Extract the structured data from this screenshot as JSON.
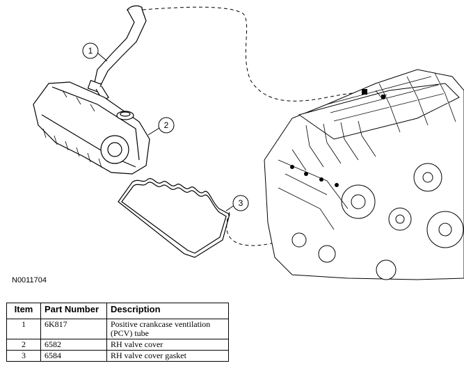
{
  "figure": {
    "id": "N0011704",
    "callouts": [
      "1",
      "2",
      "3"
    ]
  },
  "table": {
    "headers": [
      "Item",
      "Part Number",
      "Description"
    ],
    "rows": [
      {
        "item": "1",
        "part_number": "6K817",
        "description": "Positive crankcase ventilation (PCV) tube"
      },
      {
        "item": "2",
        "part_number": "6582",
        "description": "RH valve cover"
      },
      {
        "item": "3",
        "part_number": "6584",
        "description": "RH valve cover gasket"
      }
    ]
  }
}
